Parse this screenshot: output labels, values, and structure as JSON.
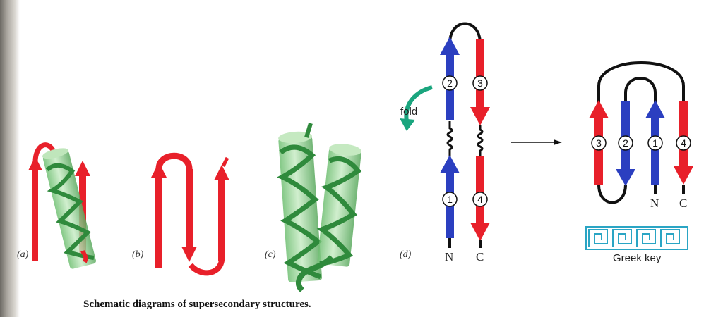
{
  "panels": {
    "a": "(a)",
    "b": "(b)",
    "c": "(c)",
    "d": "(d)"
  },
  "strand_numbers": {
    "left_s1": "1",
    "left_s2": "2",
    "left_s3": "3",
    "left_s4": "4",
    "right_s3": "3",
    "right_s2": "2",
    "right_s1": "1",
    "right_s4": "4"
  },
  "termini": {
    "d_n": "N",
    "d_c": "C",
    "gk_n": "N",
    "gk_c": "C"
  },
  "fold_label": "fold",
  "greek_key_label": "Greek key",
  "caption": "Schematic diagrams of supersecondary structures.",
  "colors": {
    "strand_red": "#e8202a",
    "strand_blue": "#2b3fc0",
    "helix_green": "#2f8a3c",
    "cylinder_green": "#9fd39c",
    "fold_arrow": "#1aa57e",
    "greek_key_pattern": "#2aa5c4"
  }
}
